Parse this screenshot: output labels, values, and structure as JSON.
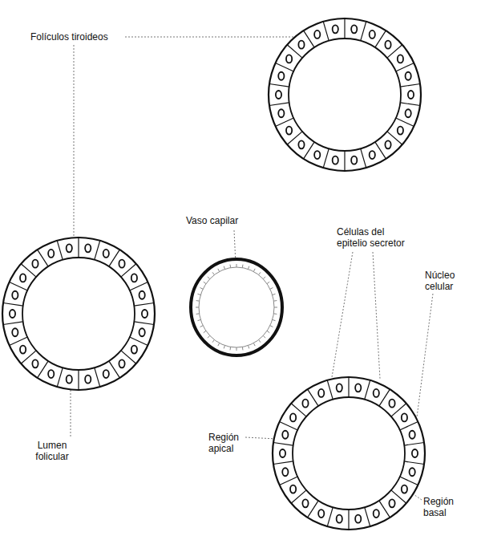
{
  "diagram": {
    "labels": [
      "Folículos tiroideos",
      "Vaso capilar",
      "Células del epitelio secretor",
      "Núcleo celular",
      "Lumen folicular",
      "Región apical",
      "Región basal"
    ]
  }
}
